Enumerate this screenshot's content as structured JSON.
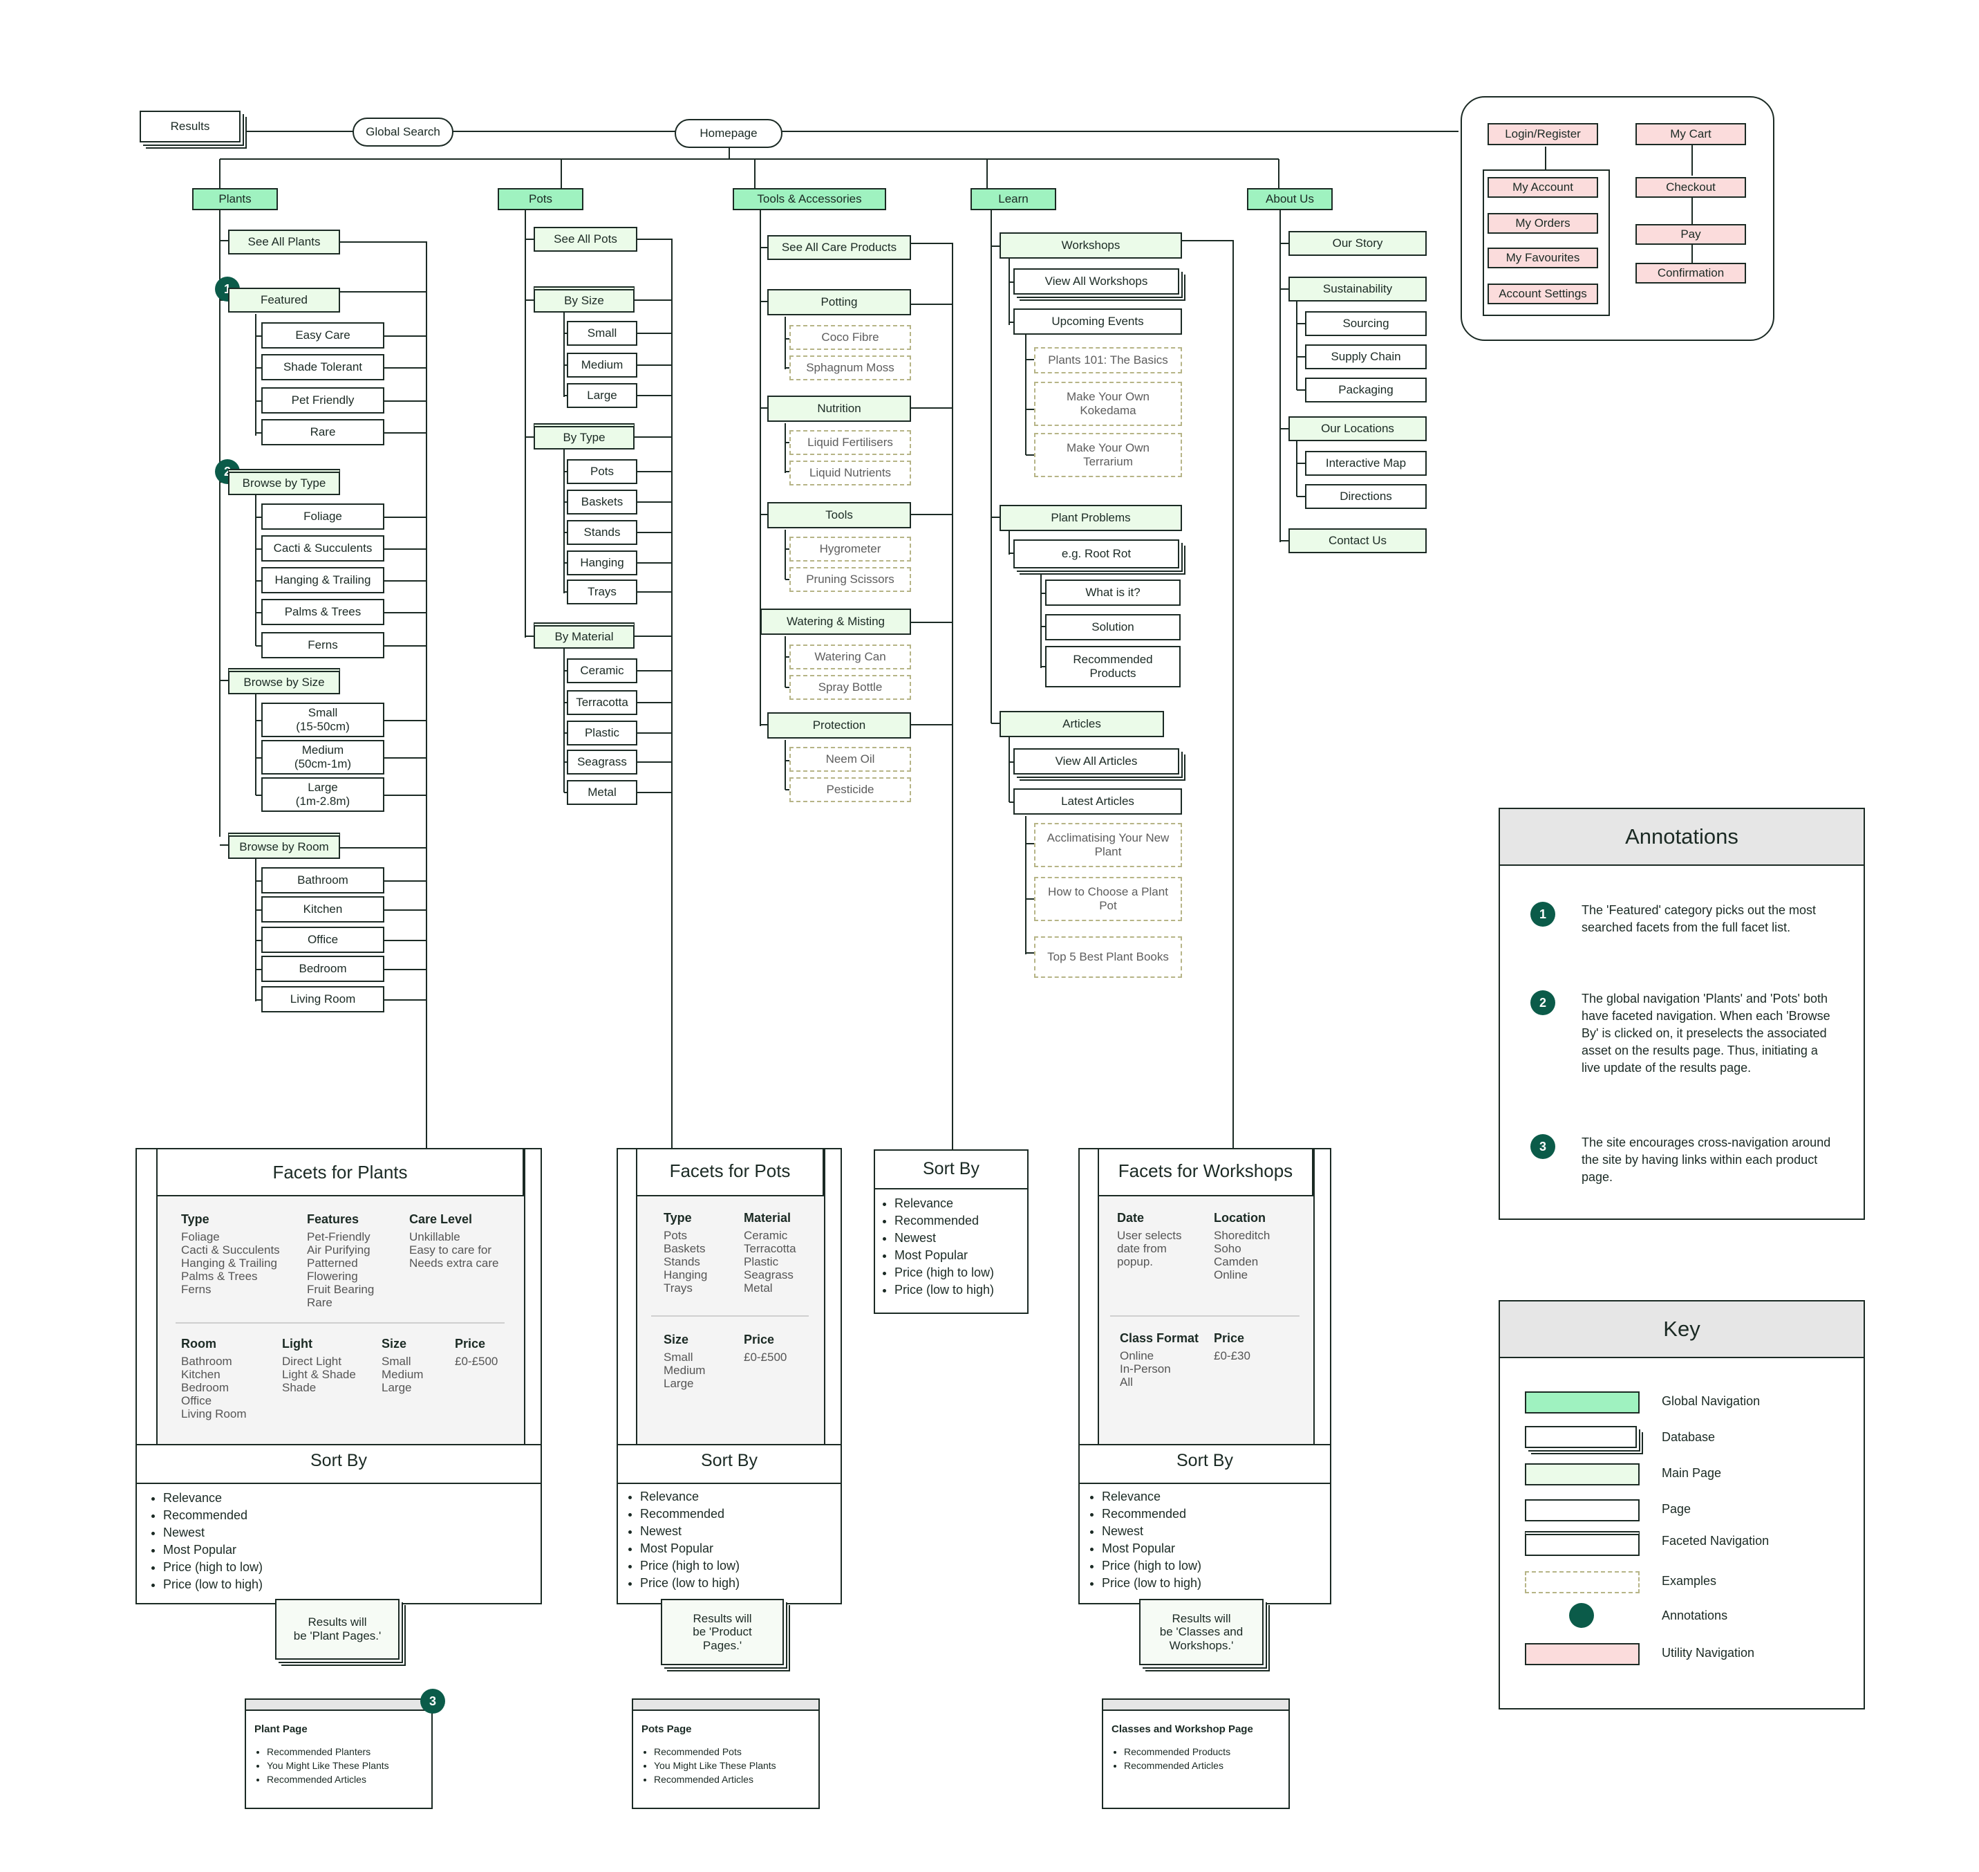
{
  "top": {
    "results": "Results",
    "global_search": "Global Search",
    "homepage": "Homepage"
  },
  "utility": {
    "login": "Login/Register",
    "my_account": "My Account",
    "my_orders": "My Orders",
    "my_favourites": "My Favourites",
    "account_settings": "Account Settings",
    "my_cart": "My Cart",
    "checkout": "Checkout",
    "pay": "Pay",
    "confirmation": "Confirmation"
  },
  "plants": {
    "title": "Plants",
    "see_all": "See All Plants",
    "featured": "Featured",
    "featured_items": [
      "Easy Care",
      "Shade Tolerant",
      "Pet Friendly",
      "Rare"
    ],
    "by_type": "Browse by  Type",
    "type_items": [
      "Foliage",
      "Cacti & Succulents",
      "Hanging & Trailing",
      "Palms & Trees",
      "Ferns"
    ],
    "by_size": "Browse by Size",
    "size_items": [
      "Small\n(15-50cm)",
      "Medium\n(50cm-1m)",
      "Large\n(1m-2.8m)"
    ],
    "by_room": "Browse by Room",
    "room_items": [
      "Bathroom",
      "Kitchen",
      "Office",
      "Bedroom",
      "Living Room"
    ]
  },
  "pots": {
    "title": "Pots",
    "see_all": "See All Pots",
    "by_size": "By Size",
    "size_items": [
      "Small",
      "Medium",
      "Large"
    ],
    "by_type": "By Type",
    "type_items": [
      "Pots",
      "Baskets",
      "Stands",
      "Hanging",
      "Trays"
    ],
    "by_material": "By Material",
    "material_items": [
      "Ceramic",
      "Terracotta",
      "Plastic",
      "Seagrass",
      "Metal"
    ]
  },
  "tools": {
    "title": "Tools & Accessories",
    "see_all": "See All Care Products",
    "groups": [
      {
        "label": "Potting",
        "examples": [
          "Coco Fibre",
          "Sphagnum Moss"
        ]
      },
      {
        "label": "Nutrition",
        "examples": [
          "Liquid Fertilisers",
          "Liquid Nutrients"
        ]
      },
      {
        "label": "Tools",
        "examples": [
          "Hygrometer",
          "Pruning Scissors"
        ]
      },
      {
        "label": "Watering & Misting",
        "examples": [
          "Watering Can",
          "Spray Bottle"
        ]
      },
      {
        "label": "Protection",
        "examples": [
          "Neem Oil",
          "Pesticide"
        ]
      }
    ]
  },
  "learn": {
    "title": "Learn",
    "workshops": "Workshops",
    "view_all_workshops": "View All Workshops",
    "upcoming_events": "Upcoming Events",
    "event_examples": [
      "Plants 101: The Basics",
      "Make Your Own\nKokedama",
      "Make Your Own\nTerrarium"
    ],
    "plant_problems": "Plant Problems",
    "root_rot": "e.g. Root Rot",
    "problem_items": [
      "What is it?",
      "Solution",
      "Recommended\nProducts"
    ],
    "articles": "Articles",
    "view_all_articles": "View All Articles",
    "latest_articles": "Latest Articles",
    "article_examples": [
      "Acclimatising Your New\nPlant",
      "How to Choose a Plant\nPot",
      "Top 5 Best Plant Books"
    ]
  },
  "about": {
    "title": "About Us",
    "our_story": "Our Story",
    "sustainability": "Sustainability",
    "sustainability_items": [
      "Sourcing",
      "Supply Chain",
      "Packaging"
    ],
    "our_locations": "Our Locations",
    "location_items": [
      "Interactive Map",
      "Directions"
    ],
    "contact": "Contact Us"
  },
  "facets_plants": {
    "title": "Facets for Plants",
    "type_h": "Type",
    "type_v": "Foliage\nCacti & Succulents\nHanging & Trailing\nPalms & Trees\nFerns",
    "features_h": "Features",
    "features_v": "Pet-Friendly\nAir Purifying\nPatterned\nFlowering\nFruit Bearing\nRare",
    "care_h": "Care Level",
    "care_v": "Unkillable\nEasy to care for\nNeeds extra care",
    "room_h": "Room",
    "room_v": "Bathroom\nKitchen\nBedroom\nOffice\nLiving Room",
    "light_h": "Light",
    "light_v": "Direct Light\nLight & Shade\nShade",
    "size_h": "Size",
    "size_v": "Small\nMedium\nLarge",
    "price_h": "Price",
    "price_v": "£0-£500"
  },
  "facets_pots": {
    "title": "Facets for Pots",
    "type_h": "Type",
    "type_v": "Pots\nBaskets\nStands\nHanging\nTrays",
    "material_h": "Material",
    "material_v": "Ceramic\nTerracotta\nPlastic\nSeagrass\nMetal",
    "size_h": "Size",
    "size_v": "Small\nMedium\nLarge",
    "price_h": "Price",
    "price_v": "£0-£500"
  },
  "facets_workshops": {
    "title": "Facets for Workshops",
    "date_h": "Date",
    "date_v": "User selects\ndate from\npopup.",
    "location_h": "Location",
    "location_v": "Shoreditch\nSoho\nCamden\nOnline",
    "format_h": "Class Format",
    "format_v": "Online\nIn-Person\nAll",
    "price_h": "Price",
    "price_v": "£0-£30"
  },
  "sort": {
    "title": "Sort By",
    "items": [
      "Relevance",
      "Recommended",
      "Newest",
      "Most Popular",
      "Price (high to low)",
      "Price (low to high)"
    ]
  },
  "results_notes": {
    "plants": "Results will\nbe 'Plant Pages.'",
    "pots": "Results will\nbe 'Product\nPages.'",
    "workshops": "Results will\nbe 'Classes and\nWorkshops.'"
  },
  "pages": {
    "plant": {
      "title": "Plant Page",
      "items": [
        "Recommended Planters",
        "You Might Like These Plants",
        "Recommended Articles"
      ]
    },
    "pots": {
      "title": "Pots Page",
      "items": [
        "Recommended Pots",
        "You Might Like These Plants",
        "Recommended Articles"
      ]
    },
    "workshop": {
      "title": "Classes and Workshop Page",
      "items": [
        "Recommended Products",
        "Recommended Articles"
      ]
    }
  },
  "annotations": {
    "title": "Annotations",
    "items": [
      {
        "num": "1",
        "text": "The 'Featured' category picks out the most searched facets from the full facet list."
      },
      {
        "num": "2",
        "text": "The global navigation 'Plants' and 'Pots' both have faceted navigation. When each 'Browse By' is clicked on, it preselects the associated asset on the results page. Thus, initiating a live update of the results page."
      },
      {
        "num": "3",
        "text": "The site encourages cross-navigation around the site by having links within each product page."
      }
    ]
  },
  "key": {
    "title": "Key",
    "items": [
      "Global Navigation",
      "Database",
      "Main Page",
      "Page",
      "Faceted Navigation",
      "Examples",
      "Annotations",
      "Utility Navigation"
    ]
  },
  "colors": {
    "global_nav": "#9ff2c0",
    "main_page": "#ebfbe9",
    "utility_nav": "#fbdcdc",
    "annotation": "#0b5b49",
    "line": "#1b2a24"
  }
}
